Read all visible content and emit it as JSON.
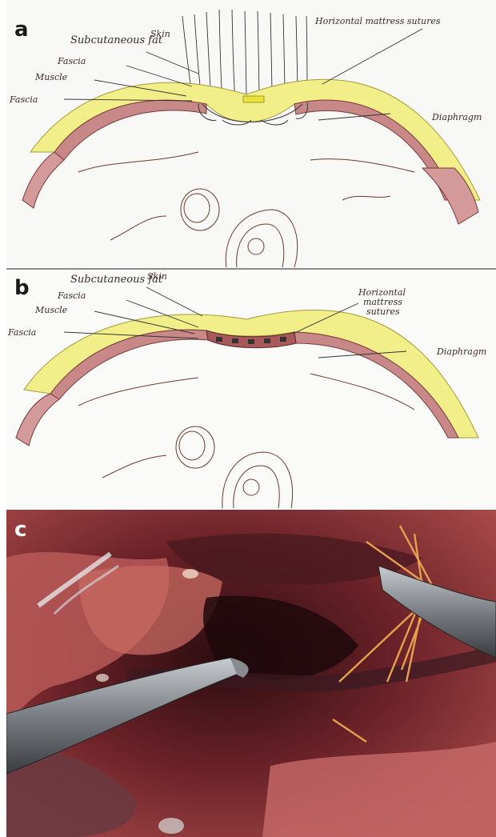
{
  "panels": [
    {
      "letter": "a",
      "labels": {
        "subcutaneous_fat": "Subcutaneous fat",
        "skin": "Skin",
        "fascia_top": "Fascia",
        "muscle": "Muscle",
        "fascia_bottom": "Fascia",
        "sutures": "Horizontal mattress sutures",
        "diaphragm": "Diaphragm"
      }
    },
    {
      "letter": "b",
      "labels": {
        "subcutaneous_fat": "Subcutaneous fat",
        "skin": "Skin",
        "fascia_top": "Fascia",
        "muscle": "Muscle",
        "fascia_bottom": "Fascia",
        "sutures_line1": "Horizontal",
        "sutures_line2": "mattress",
        "sutures_line3": "sutures",
        "diaphragm": "Diaphragm"
      }
    },
    {
      "letter": "c"
    }
  ],
  "colors": {
    "fat": "#f2ee8a",
    "muscle": "#c98888",
    "pencil": "#6b3a2e",
    "photo_tissue": "#7a2a2e"
  }
}
